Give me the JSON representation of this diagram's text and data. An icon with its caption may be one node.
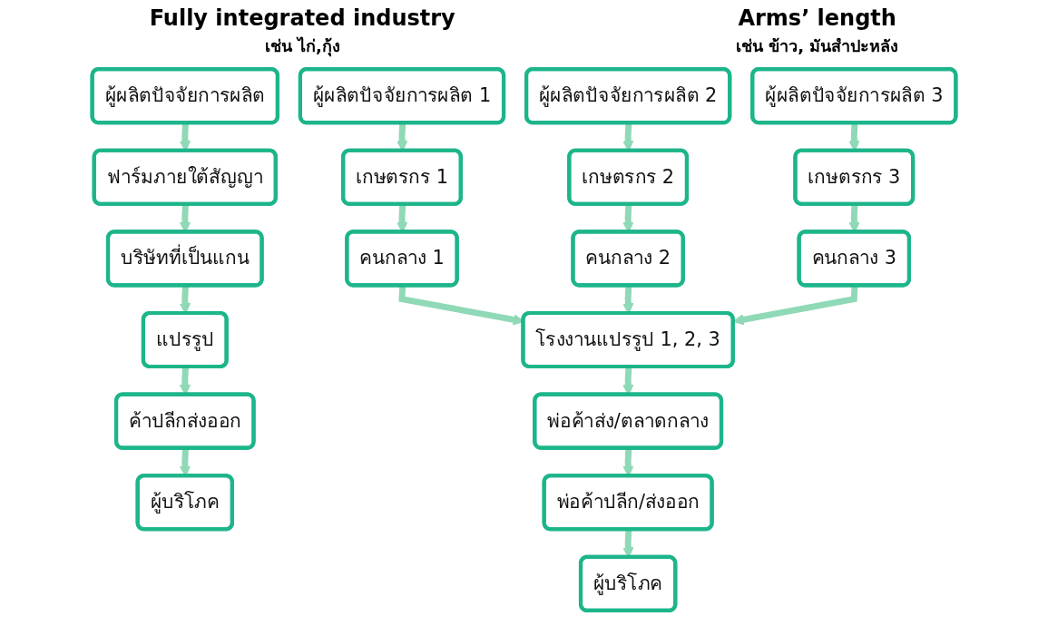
{
  "diagram": {
    "nodes": [
      {
        "text": [
          "ผู้ผลิตปัจจัยการผลิต"
        ]
      },
      {
        "text": [
          "ฟาร์มภายใต้สัญญา"
        ]
      },
      {
        "text": [
          "บริษัทที่เป็นแกน"
        ]
      },
      {
        "text": [
          "แปรรูป"
        ]
      },
      {
        "text": [
          "ค้าปลีกส่งออก"
        ]
      },
      {
        "text": [
          "ผู้บริโภค"
        ]
      },
      {
        "text": [
          "ผู้ผลิตปัจจัยการผลิต 1"
        ]
      },
      {
        "text": [
          "ผู้ผลิตปัจจัยการผลิต 2"
        ]
      },
      {
        "text": [
          "ผู้ผลิตปัจจัยการผลิต 3"
        ]
      },
      {
        "text": [
          "เกษตรกร 1"
        ]
      },
      {
        "text": [
          "เกษตรกร 2"
        ]
      },
      {
        "text": [
          "เกษตรกร 3"
        ]
      },
      {
        "text": [
          "คนกลาง 1"
        ]
      },
      {
        "text": [
          "คนกลาง 2"
        ]
      },
      {
        "text": [
          "คนกลาง 3"
        ]
      },
      {
        "text": [
          "โรงงานแปรรูป 1, 2, 3"
        ]
      },
      {
        "text": [
          "พ่อค้าส่ง/ตลาดกลาง"
        ]
      },
      {
        "text": [
          "พ่อค้าปลีก/ส่งออก"
        ]
      },
      {
        "text": [
          "ผู้บริโภค"
        ]
      }
    ],
    "edges": [
      {
        "from": 0,
        "to": 1,
        "arrow": "to"
      },
      {
        "from": 1,
        "to": 2,
        "arrow": "to"
      },
      {
        "from": 2,
        "to": 3,
        "arrow": "to"
      },
      {
        "from": 3,
        "to": 4,
        "arrow": "to"
      },
      {
        "from": 4,
        "to": 5,
        "arrow": "to"
      },
      {
        "from": 6,
        "to": 9,
        "arrow": "to"
      },
      {
        "from": 7,
        "to": 10,
        "arrow": "to"
      },
      {
        "from": 8,
        "to": 11,
        "arrow": "to"
      },
      {
        "from": 9,
        "to": 12,
        "arrow": "to"
      },
      {
        "from": 10,
        "to": 13,
        "arrow": "to"
      },
      {
        "from": 11,
        "to": 14,
        "arrow": "to"
      },
      {
        "from": 12,
        "to": 15,
        "arrow": "to"
      },
      {
        "from": 13,
        "to": 15,
        "arrow": "to"
      },
      {
        "from": 14,
        "to": 15,
        "arrow": "to"
      },
      {
        "from": 15,
        "to": 16,
        "arrow": "to"
      },
      {
        "from": 16,
        "to": 17,
        "arrow": "to"
      },
      {
        "from": 17,
        "to": 18,
        "arrow": "to"
      }
    ],
    "labels": [
      "Fully integrated industry",
      "เช่น ไก่,กุ้ง",
      "Arms’ length",
      "เช่น ข้าว, มันสำปะหลัง"
    ]
  }
}
